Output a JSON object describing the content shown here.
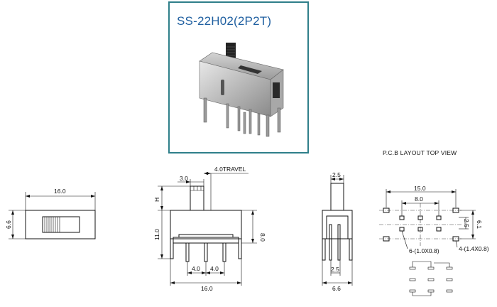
{
  "product": {
    "title": "SS-22H02(2P2T)"
  },
  "pcb": {
    "heading": "P.C.B LAYOUT    TOP VIEW",
    "dim_width": "15.0",
    "dim_inner": "8.0",
    "dim_pitch": "2.5",
    "dim_height": "6.1",
    "note_small_holes": "6-(1.0X0.8)",
    "note_large_holes": "4-(1.4X0.8)"
  },
  "top_view": {
    "dim_width": "16.0",
    "dim_height": "6.6"
  },
  "front_view": {
    "dim_actuator": "3.0",
    "dim_travel": "4.0TRAVEL",
    "dim_h": "H",
    "dim_body_height": "11.0",
    "dim_pin_height": "8.0",
    "dim_pitch_left": "4.0",
    "dim_pitch_right": "4.0",
    "dim_width": "16.0"
  },
  "side_view": {
    "dim_top": "2.5",
    "dim_pin": "2.5",
    "dim_width": "6.6"
  },
  "colors": {
    "frame": "#2f7f8a",
    "title": "#1f5fa0"
  }
}
